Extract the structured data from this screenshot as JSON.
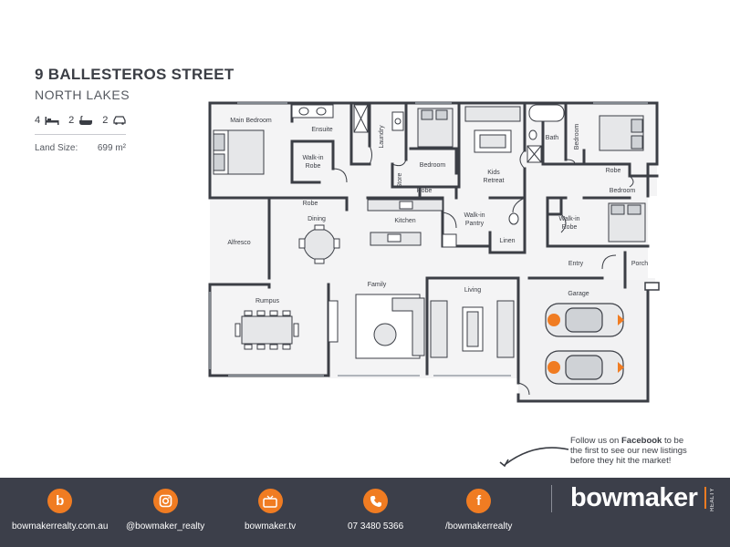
{
  "listing": {
    "address": "9 BALLESTEROS STREET",
    "suburb": "NORTH LAKES",
    "bedrooms": "4",
    "bathrooms": "2",
    "car_spaces": "2",
    "land_size_label": "Land Size:",
    "land_size_value": "699 m²"
  },
  "rooms": {
    "main_bedroom": "Main Bedroom",
    "ensuite": "Ensuite",
    "walkin_robe_main": "Walk-in",
    "walkin_robe_main_2": "Robe",
    "laundry": "Laundry",
    "bedroom_2": "Bedroom",
    "kids_retreat": "Kids",
    "kids_retreat_2": "Retreat",
    "bath": "Bath",
    "bedroom_3": "Bedroom",
    "robe_1": "Robe",
    "robe_2": "Robe",
    "robe_3": "Robe",
    "store": "Store",
    "bedroom_4": "Bedroom",
    "walkin_robe_4": "Walk-in",
    "walkin_robe_4_2": "Robe",
    "alfresco": "Alfresco",
    "dining": "Dining",
    "kitchen": "Kitchen",
    "walkin_pantry": "Walk-in",
    "walkin_pantry_2": "Pantry",
    "linen": "Linen",
    "entry": "Entry",
    "porch": "Porch",
    "rumpus": "Rumpus",
    "family": "Family",
    "living": "Living",
    "garage": "Garage"
  },
  "promo": {
    "line1_pre": "Follow us on ",
    "line1_bold": "Facebook",
    "line1_post": " to be",
    "line2": "the first to see our new listings",
    "line3": "before they hit the market!"
  },
  "footer": {
    "website": "bowmakerrealty.com.au",
    "instagram": "@bowmaker_realty",
    "tv": "bowmaker.tv",
    "phone": "07 3480 5366",
    "facebook": "/bowmakerrealty",
    "brand": "bowmaker",
    "brand_sub": "REALTY"
  },
  "icons": {
    "website": "b",
    "facebook": "f"
  },
  "colors": {
    "accent": "#f07c22",
    "footer_bg": "#3c3f4a",
    "wall": "#3b3e45"
  }
}
